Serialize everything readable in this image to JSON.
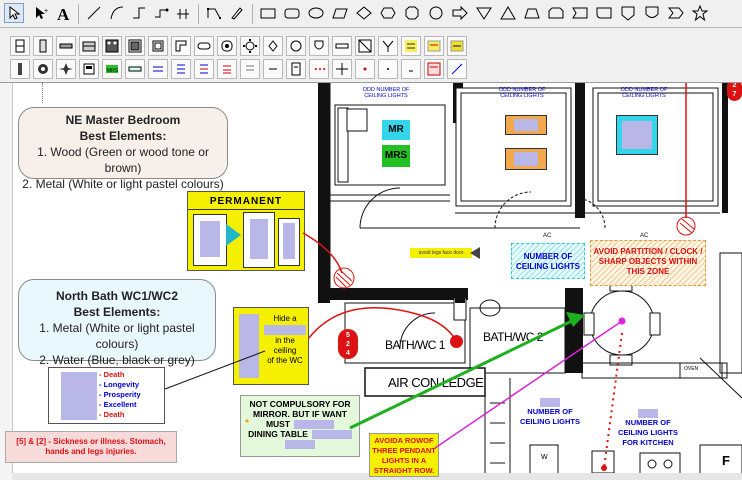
{
  "bedroom_box": {
    "title": "NE Master Bedroom",
    "subtitle": "Best Elements:",
    "line1": "1. Wood (Green or wood tone or brown)",
    "line2": "2. Metal (White or light pastel colours)"
  },
  "bath_box": {
    "title": "North Bath WC1/WC2",
    "subtitle": "Best Elements:",
    "line1": "1. Metal (White or light pastel colours)",
    "line2": "2. Water (Blue, black or grey)"
  },
  "permanent_label": "PERMANENT",
  "hide_box": {
    "line1": "Hide a",
    "line2": "in the",
    "line3": "ceiling",
    "line4": "of the WC"
  },
  "legend": {
    "death1": "- Death",
    "longevity": "- Longevity",
    "prosperity": "- Prosperity",
    "excellent": "- Excellent",
    "death2": "- Death"
  },
  "sickness_note": "[5] & [2] - Sickness or illness. Stomach, hands and legs injuries.",
  "mirror_note": {
    "line1": "NOT COMPULSORY FOR",
    "line2": "MIRROR. BUT IF WANT",
    "line3": "MUST",
    "line4": "DINING TABLE"
  },
  "pendant_note": "AVOIDA ROWOF THREE PENDANT LIGHTS IN A STRAIGHT ROW.",
  "avoid_partition": "AVOID PARTITION / CLOCK / SHARP OBJECTS WITHIN THIS ZONE",
  "ceiling_lights_cyan": "NUMBER OF CEILING LIGHTS",
  "ceiling_lights_blue": "NUMBER OF CEILING LIGHTS",
  "ceiling_lights_kitchen": "NUMBER OF CEILING LIGHTS FOR KITCHEN",
  "odd_number_1": "ODD NUMBER OF CEILING LIGHTS",
  "odd_number_2": "ODD NUMBER OF CEILING LIGHTS",
  "odd_number_3": "ODD NUMBER OF CEILING LIGHTS",
  "mr_label": "MR",
  "mrs_label": "MRS",
  "bath_wc1": "BATH/WC 1",
  "bath_wc2": "BATH/WC 2",
  "aircon_ledge": "AIR CON LEDGE",
  "avoid_legs_label": "avoid legs face door",
  "oven_label": "OVEN",
  "marker_524": [
    "5",
    "2",
    "4"
  ],
  "marker_top_right": [
    "2",
    "7"
  ],
  "f_label": "F",
  "w_label": "W",
  "ac_label": "AC",
  "colors": {
    "red": "#dd1111",
    "yellow": "#f5f100",
    "green": "#1fb01f",
    "magenta": "#dd22dd",
    "cyan": "#33d6e8",
    "orange": "#f2a94e"
  }
}
